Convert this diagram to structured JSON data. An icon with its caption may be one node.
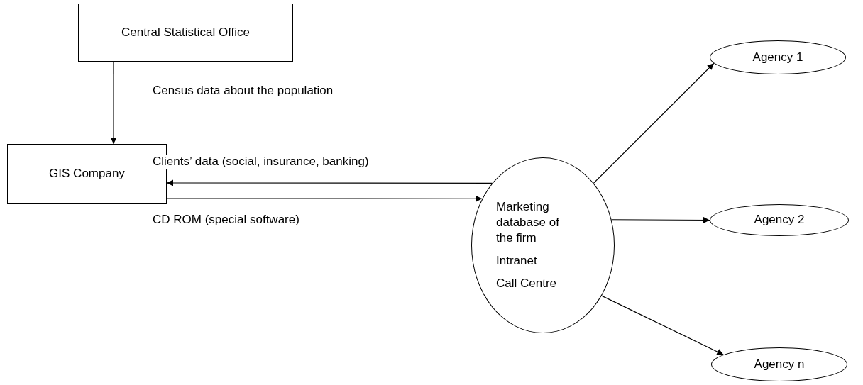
{
  "diagram": {
    "nodes": [
      {
        "text": [
          "Central Statistical Office"
        ]
      },
      {
        "text": [
          "GIS Company"
        ]
      },
      {
        "text": [
          "Marketing database of the firm",
          "Intranet",
          "Call Centre"
        ]
      },
      {
        "text": [
          "Agency 1"
        ]
      },
      {
        "text": [
          "Agency 2"
        ]
      },
      {
        "text": [
          "Agency n"
        ]
      }
    ],
    "edges": [
      {
        "from": 0,
        "to": 1,
        "arrow": "to",
        "label": "Census data about the population"
      },
      {
        "from": 2,
        "to": 1,
        "arrow": "to",
        "label": "Clients’ data (social, insurance, banking)"
      },
      {
        "from": 1,
        "to": 2,
        "arrow": "to",
        "label": "CD ROM (special software)"
      },
      {
        "from": 2,
        "to": 3,
        "arrow": "to"
      },
      {
        "from": 2,
        "to": 4,
        "arrow": "to"
      },
      {
        "from": 2,
        "to": 5,
        "arrow": "to"
      }
    ]
  }
}
